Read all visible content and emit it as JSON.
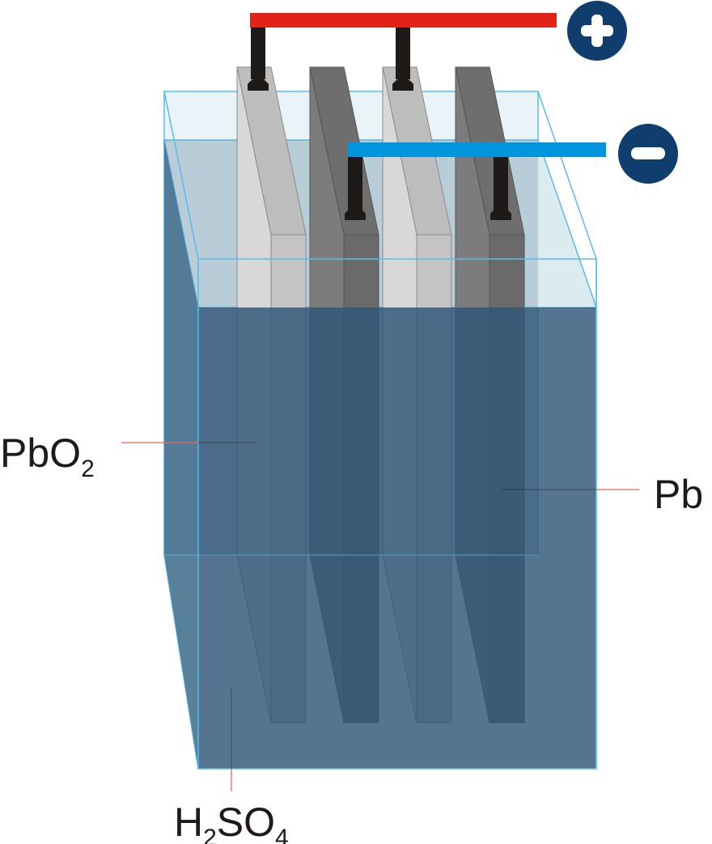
{
  "terminals": {
    "positive_symbol": "+",
    "negative_symbol": "−"
  },
  "labels": {
    "positive_plate": {
      "main": "PbO",
      "sub": "2"
    },
    "negative_plate": {
      "main": "Pb"
    },
    "electrolyte": {
      "p1": "H",
      "s1": "2",
      "p2": "SO",
      "s2": "4"
    }
  },
  "colors": {
    "positive_bar": "#e2231a",
    "negative_bar": "#0095dd",
    "terminal_circle": "#0f3d6e",
    "electrolyte": "#3f6583",
    "tank_outline": "#5bbbe6",
    "leader_line": "#e8695a",
    "positive_plate": "#d4d4d4",
    "negative_plate": "#7a7a7a"
  }
}
